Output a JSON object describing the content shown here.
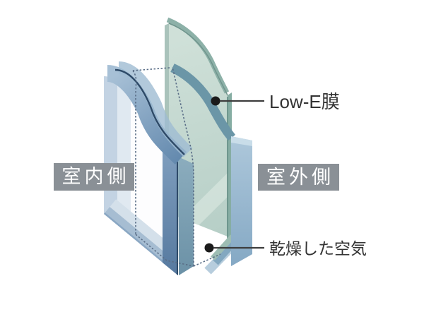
{
  "diagram": {
    "subject": "low-e-double-glazing-cutaway",
    "labels": {
      "indoor_side": "室内側",
      "outdoor_side": "室外側"
    },
    "annotations": {
      "low_e_film": "Low-E膜",
      "dry_air": "乾燥した空気"
    },
    "colors": {
      "background": "#ffffff",
      "label_background": "#8a9096",
      "label_text": "#ffffff",
      "annotation_text": "#333333",
      "leader_line": "#3d3d3d",
      "leader_dot": "#1b1b1b",
      "indoor_glass_light": "#c9d7e6",
      "indoor_glass_dark": "#56799f",
      "cut_edge_blue": "#6288ad",
      "air_teal": "#6b91a6",
      "film_green_face": "#cfe0d8",
      "film_green_edge": "#86ada3",
      "outdoor_glass_blue": "#a9c4da",
      "hidden_edge_dotted": "#5a6e87"
    }
  }
}
